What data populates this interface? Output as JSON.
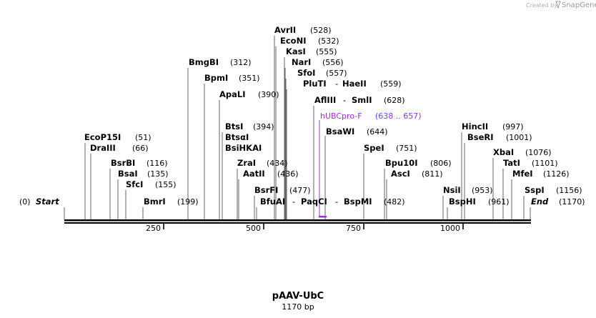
{
  "credit": {
    "prefix": "Created by",
    "brand": "SnapGene"
  },
  "plasmid": {
    "name": "pAAV-UbC",
    "size_label": "1170 bp",
    "length": 1170
  },
  "ends": {
    "start": {
      "label": "Start",
      "pos": "(0)"
    },
    "end": {
      "label": "End",
      "pos": "(1170)"
    }
  },
  "ruler": {
    "ticks": [
      "250",
      "500",
      "750",
      "1000"
    ]
  },
  "feature": {
    "name": "hUBCpro-F",
    "range": "(638 .. 657)",
    "start": 638,
    "end": 657,
    "color": "#9b30d9"
  },
  "sites": [
    {
      "name": "EcoP15I",
      "pos": 51,
      "pos_label": "(51)"
    },
    {
      "name": "DraIII",
      "pos": 66,
      "pos_label": "(66)"
    },
    {
      "name": "BsrBI",
      "pos": 116,
      "pos_label": "(116)"
    },
    {
      "name": "BsaI",
      "pos": 135,
      "pos_label": "(135)"
    },
    {
      "name": "SfcI",
      "pos": 155,
      "pos_label": "(155)"
    },
    {
      "name": "BmrI",
      "pos": 199,
      "pos_label": "(199)"
    },
    {
      "name": "BmgBI",
      "pos": 312,
      "pos_label": "(312)"
    },
    {
      "name": "BpmI",
      "pos": 351,
      "pos_label": "(351)"
    },
    {
      "name": "ApaLI",
      "pos": 390,
      "pos_label": "(390)"
    },
    {
      "name": "BtsI",
      "pos": 394,
      "pos_label": "(394)"
    },
    {
      "name": "BtsαI",
      "pos": 434,
      "pos_label": ""
    },
    {
      "name": "BsiHKAI",
      "pos": 434,
      "pos_label": ""
    },
    {
      "name": "ZraI",
      "pos": 434,
      "pos_label": "(434)"
    },
    {
      "name": "AatII",
      "pos": 436,
      "pos_label": "(436)"
    },
    {
      "name": "BsrFI",
      "pos": 477,
      "pos_label": "(477)"
    },
    {
      "name": "BfuAI",
      "pos": 482,
      "pos_label": ""
    },
    {
      "name": "PaqCI",
      "pos": 482,
      "pos_label": ""
    },
    {
      "name": "BspMI",
      "pos": 482,
      "pos_label": "(482)"
    },
    {
      "name": "AvrII",
      "pos": 528,
      "pos_label": "(528)"
    },
    {
      "name": "EcoNI",
      "pos": 532,
      "pos_label": "(532)"
    },
    {
      "name": "KasI",
      "pos": 555,
      "pos_label": "(555)"
    },
    {
      "name": "NarI",
      "pos": 556,
      "pos_label": "(556)"
    },
    {
      "name": "SfoI",
      "pos": 557,
      "pos_label": "(557)"
    },
    {
      "name": "PluTI",
      "pos": 559,
      "pos_label": ""
    },
    {
      "name": "HaeII",
      "pos": 559,
      "pos_label": "(559)"
    },
    {
      "name": "AflIII",
      "pos": 628,
      "pos_label": ""
    },
    {
      "name": "SmlI",
      "pos": 628,
      "pos_label": "(628)"
    },
    {
      "name": "BsaWI",
      "pos": 644,
      "pos_label": "(644)"
    },
    {
      "name": "SpeI",
      "pos": 751,
      "pos_label": "(751)"
    },
    {
      "name": "Bpu10I",
      "pos": 806,
      "pos_label": "(806)"
    },
    {
      "name": "AscI",
      "pos": 811,
      "pos_label": "(811)"
    },
    {
      "name": "NsiI",
      "pos": 953,
      "pos_label": "(953)"
    },
    {
      "name": "BspHI",
      "pos": 961,
      "pos_label": "(961)"
    },
    {
      "name": "HincII",
      "pos": 997,
      "pos_label": "(997)"
    },
    {
      "name": "BseRI",
      "pos": 1001,
      "pos_label": "(1001)"
    },
    {
      "name": "XbaI",
      "pos": 1076,
      "pos_label": "(1076)"
    },
    {
      "name": "TatI",
      "pos": 1101,
      "pos_label": "(1101)"
    },
    {
      "name": "MfeI",
      "pos": 1126,
      "pos_label": "(1126)"
    },
    {
      "name": "SspI",
      "pos": 1156,
      "pos_label": "(1156)"
    }
  ]
}
